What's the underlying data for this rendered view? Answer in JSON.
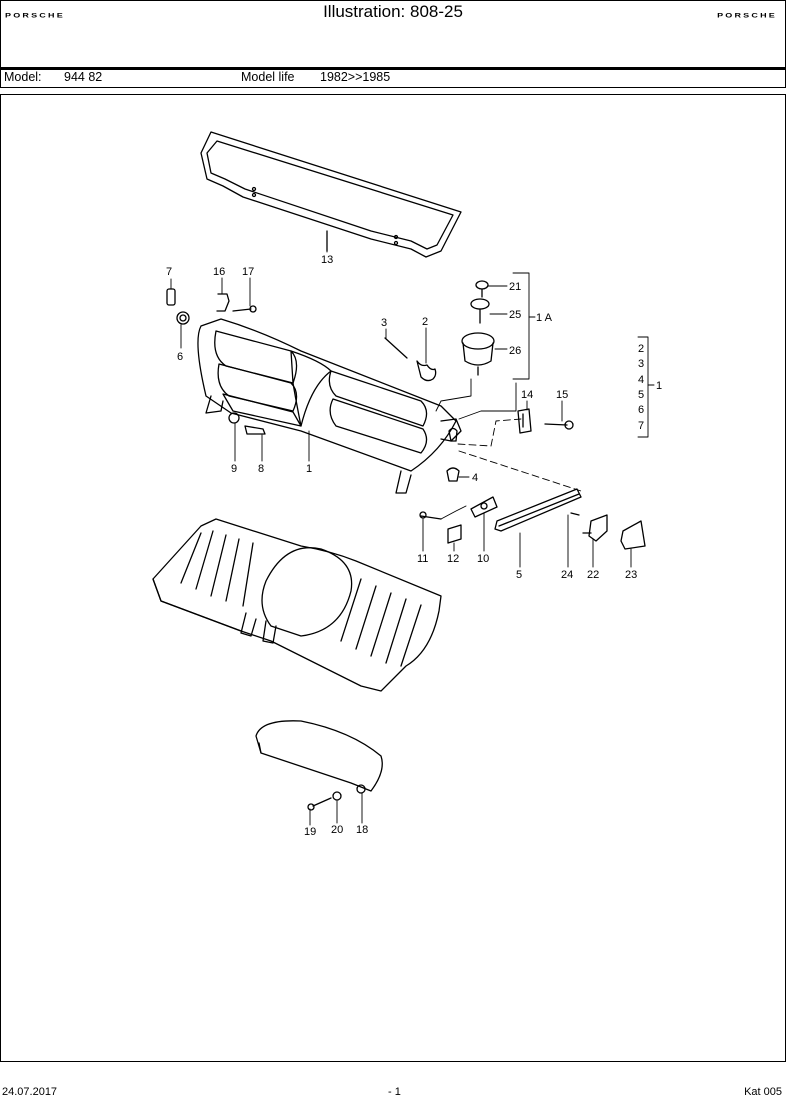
{
  "header": {
    "brand_left": "PORSCHE",
    "brand_right": "PORSCHE",
    "title": "Illustration: 808-25",
    "model_label": "Model:",
    "model_value": "944 82",
    "model_life_label": "Model life",
    "model_life_value": "1982>>1985"
  },
  "diagram": {
    "callouts": [
      {
        "id": "13",
        "label": "13"
      },
      {
        "id": "7",
        "label": "7"
      },
      {
        "id": "16",
        "label": "16"
      },
      {
        "id": "17",
        "label": "17"
      },
      {
        "id": "6",
        "label": "6"
      },
      {
        "id": "3",
        "label": "3"
      },
      {
        "id": "2",
        "label": "2"
      },
      {
        "id": "21",
        "label": "21"
      },
      {
        "id": "25",
        "label": "25"
      },
      {
        "id": "1A",
        "label": "1 A"
      },
      {
        "id": "26",
        "label": "26"
      },
      {
        "id": "14",
        "label": "14"
      },
      {
        "id": "15",
        "label": "15"
      },
      {
        "id": "9",
        "label": "9"
      },
      {
        "id": "8",
        "label": "8"
      },
      {
        "id": "1",
        "label": "1"
      },
      {
        "id": "4",
        "label": "4"
      },
      {
        "id": "11",
        "label": "11"
      },
      {
        "id": "12",
        "label": "12"
      },
      {
        "id": "10",
        "label": "10"
      },
      {
        "id": "5",
        "label": "5"
      },
      {
        "id": "24",
        "label": "24"
      },
      {
        "id": "22",
        "label": "22"
      },
      {
        "id": "23",
        "label": "23"
      },
      {
        "id": "19",
        "label": "19"
      },
      {
        "id": "20",
        "label": "20"
      },
      {
        "id": "18",
        "label": "18"
      }
    ],
    "group_bracket": {
      "items": [
        "2",
        "3",
        "4",
        "5",
        "6",
        "7"
      ],
      "target": "1"
    }
  },
  "footer": {
    "date": "24.07.2017",
    "page": "- 1",
    "catalog": "Kat 005"
  }
}
